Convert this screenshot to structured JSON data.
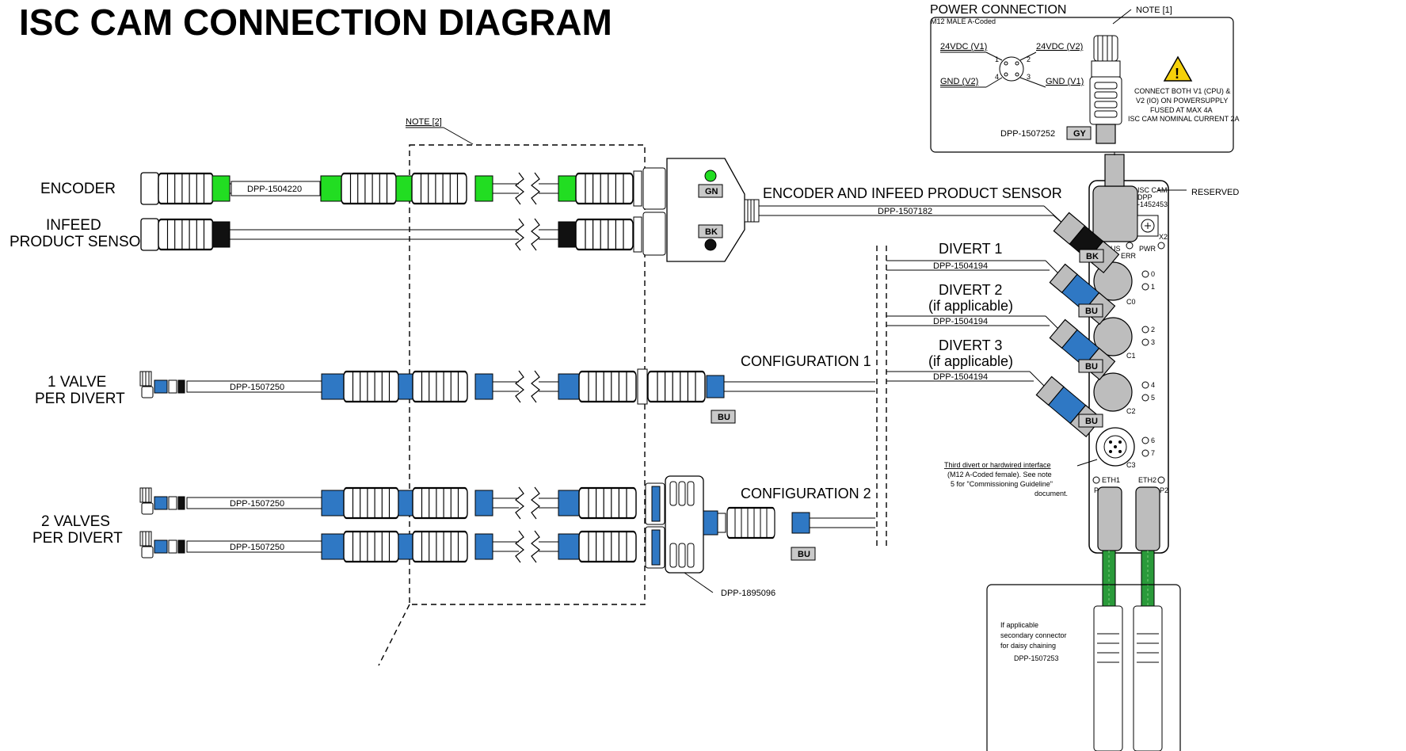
{
  "title": "ISC CAM CONNECTION DIAGRAM",
  "labels": {
    "encoder": "ENCODER",
    "infeed_line1": "INFEED",
    "infeed_line2": "PRODUCT SENSOR",
    "valve1_line1": "1 VALVE",
    "valve1_line2": "PER DIVERT",
    "valve2_line1": "2 VALVES",
    "valve2_line2": "PER DIVERT",
    "encoder_infeed": "ENCODER AND INFEED PRODUCT SENSOR",
    "config1": "CONFIGURATION 1",
    "config2": "CONFIGURATION 2",
    "divert1": "DIVERT 1",
    "divert2": "DIVERT 2",
    "divert2_sub": "(if applicable)",
    "divert3": "DIVERT 3",
    "divert3_sub": "(if applicable)",
    "reserved": "RESERVED",
    "note1": "NOTE [1]",
    "note2": "NOTE [2]"
  },
  "parts": {
    "encoder_cable": "DPP-1504220",
    "splitter_cable": "DPP-1507182",
    "divert_cable": "DPP-1504194",
    "valve_cable": "DPP-1507250",
    "y_splitter": "DPP-1895096",
    "power_cable": "DPP-1507252",
    "daisy_cable": "DPP-1507253"
  },
  "tags": {
    "gn": "GN",
    "bk": "BK",
    "bu": "BU",
    "gy": "GY"
  },
  "power": {
    "title": "POWER CONNECTION",
    "subtitle": "M12 MALE A-Coded",
    "pin_24v_v1": "24VDC (V1)",
    "pin_24v_v2": "24VDC (V2)",
    "pin_gnd_v2": "GND (V2)",
    "pin_gnd_v1": "GND (V1)",
    "pin1": "1",
    "pin2": "2",
    "pin3": "3",
    "pin4": "4",
    "warning_lines": [
      "CONNECT BOTH V1 (CPU) &",
      "V2 (IO) ON POWERSUPPLY",
      "FUSED AT MAX 4A",
      "ISC CAM NOMINAL CURRENT 2A"
    ]
  },
  "module": {
    "name_lines": [
      "ISC CAM",
      "DPP",
      "-1452453"
    ],
    "bus": "BUS",
    "err": "ERR",
    "pwr": "PWR",
    "x2": "X2",
    "ch_labels": [
      "0",
      "1",
      "2",
      "3",
      "4",
      "5",
      "6",
      "7"
    ],
    "c_labels": [
      "C0",
      "C1",
      "C2",
      "C3"
    ],
    "eth1": "ETH1",
    "eth2": "ETH2",
    "p1": "P1",
    "p2": "P2"
  },
  "third_divert_note": [
    "Third divert or hardwired interface",
    "(M12 A-Coded female). See note",
    "5 for \"Commissioning Guideline\"",
    "document."
  ],
  "daisy_note": [
    "If applicable",
    "secondary connector",
    "for daisy chaining"
  ],
  "colors": {
    "green": "#22dd22",
    "blue": "#2f78c4",
    "black": "#111111",
    "grey": "#bdbdbd",
    "ethernet_green": "#2a9a3a"
  }
}
